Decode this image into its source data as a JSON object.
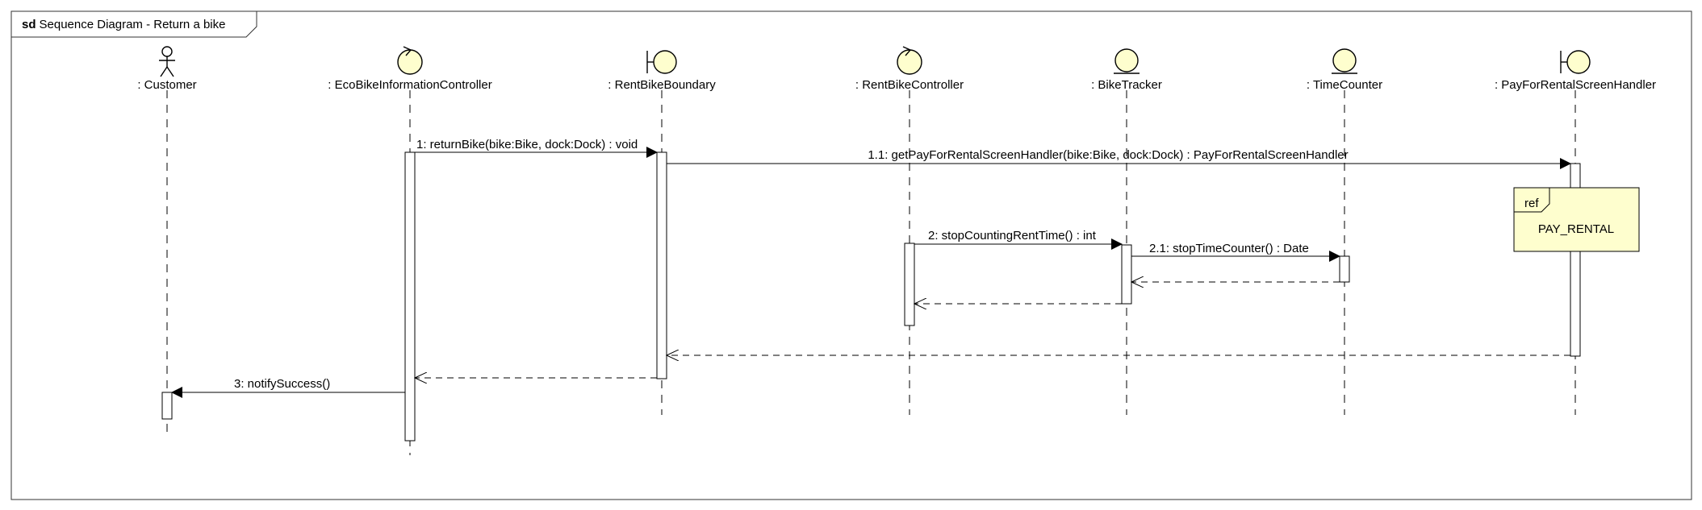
{
  "frame": {
    "keyword": "sd",
    "title": "Sequence Diagram - Return a bike"
  },
  "lifelines": [
    {
      "id": "customer",
      "label": ": Customer",
      "kind": "actor"
    },
    {
      "id": "ecobike",
      "label": ": EcoBikeInformationController",
      "kind": "control"
    },
    {
      "id": "rentboundary",
      "label": ": RentBikeBoundary",
      "kind": "boundary"
    },
    {
      "id": "rentcontroller",
      "label": ": RentBikeController",
      "kind": "control"
    },
    {
      "id": "biketracker",
      "label": ": BikeTracker",
      "kind": "entity"
    },
    {
      "id": "timecounter",
      "label": ": TimeCounter",
      "kind": "entity"
    },
    {
      "id": "payhandler",
      "label": ": PayForRentalScreenHandler",
      "kind": "boundary"
    }
  ],
  "messages": [
    {
      "id": "m1",
      "label": "1: returnBike(bike:Bike, dock:Dock) : void",
      "from": "ecobike",
      "to": "rentboundary",
      "kind": "sync"
    },
    {
      "id": "m11",
      "label": "1.1: getPayForRentalScreenHandler(bike:Bike, dock:Dock) : PayForRentalScreenHandler",
      "from": "rentboundary",
      "to": "payhandler",
      "kind": "sync"
    },
    {
      "id": "m2",
      "label": "2: stopCountingRentTime() : int",
      "from": "rentcontroller",
      "to": "biketracker",
      "kind": "sync"
    },
    {
      "id": "m21",
      "label": "2.1: stopTimeCounter() : Date",
      "from": "biketracker",
      "to": "timecounter",
      "kind": "sync"
    },
    {
      "id": "r21",
      "label": "",
      "from": "timecounter",
      "to": "biketracker",
      "kind": "return"
    },
    {
      "id": "r2",
      "label": "",
      "from": "biketracker",
      "to": "rentcontroller",
      "kind": "return"
    },
    {
      "id": "r11",
      "label": "",
      "from": "payhandler",
      "to": "rentboundary",
      "kind": "return"
    },
    {
      "id": "r1",
      "label": "",
      "from": "rentboundary",
      "to": "ecobike",
      "kind": "return"
    },
    {
      "id": "m3",
      "label": "3: notifySuccess()",
      "from": "ecobike",
      "to": "customer",
      "kind": "sync"
    }
  ],
  "ref_fragment": {
    "tag": "ref",
    "name": "PAY_RENTAL"
  },
  "colors": {
    "fill": "#fefece",
    "stroke": "#000000",
    "frame": "#333333"
  }
}
